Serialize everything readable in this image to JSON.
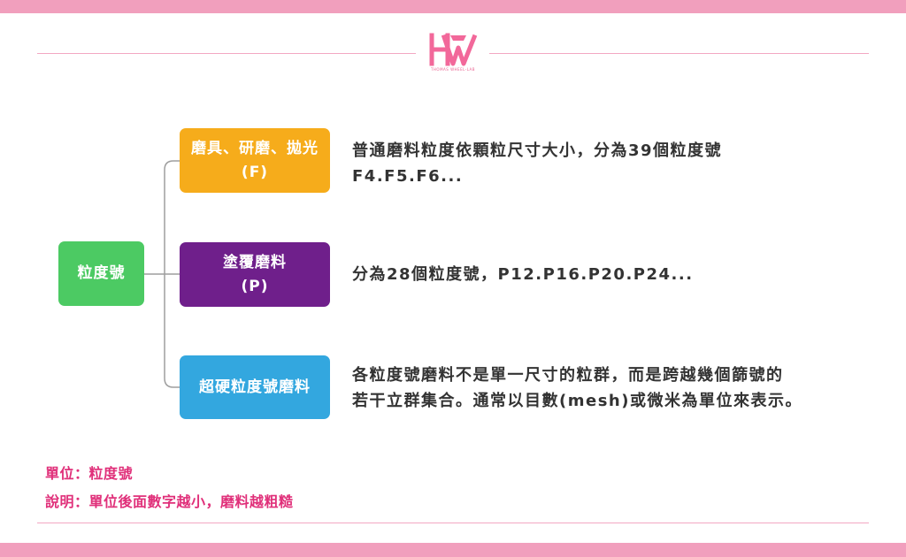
{
  "logo": {
    "icon": "hw-logo-icon",
    "tagline": "THOMAS WHEEL-LAB",
    "color": "#f2689a"
  },
  "colors": {
    "band": "#f19fbd",
    "root": "#4cca63",
    "branch_1": "#f6ac1b",
    "branch_2": "#6f1f8b",
    "branch_3": "#33a7df",
    "note_text": "#e0307a",
    "connector": "#9e9e9e"
  },
  "diagram": {
    "root": {
      "label": "粒度號"
    },
    "branches": [
      {
        "title": "磨具、研磨、拋光",
        "code": "(F)",
        "description": [
          "普通磨料粒度依顆粒尺寸大小，分為39個粒度號",
          "F4.F5.F6..."
        ]
      },
      {
        "title": "塗覆磨料",
        "code": "(P)",
        "description": [
          "分為28個粒度號，P12.P16.P20.P24..."
        ]
      },
      {
        "title": "超硬粒度號磨料",
        "code": "",
        "description": [
          "各粒度號磨料不是單一尺寸的粒群，而是跨越幾個篩號的",
          "若干立群集合。通常以目數(mesh)或微米為單位來表示。"
        ]
      }
    ]
  },
  "notes": {
    "unit": "單位：粒度號",
    "explanation": "說明：單位後面數字越小，磨料越粗糙"
  }
}
